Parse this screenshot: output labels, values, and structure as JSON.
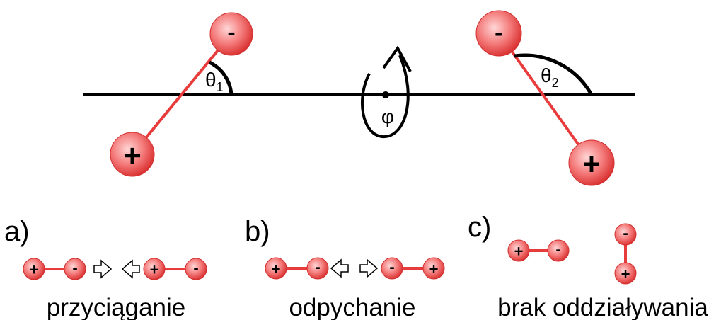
{
  "colors": {
    "dipole_line": "#e83b3b",
    "charge_fill_center": "#ffc8c8",
    "charge_fill_edge": "#e23a3a",
    "axis": "#000000"
  },
  "symbols": {
    "plus": "+",
    "minus": "-"
  },
  "top": {
    "theta1": "θ",
    "theta1_sub": "1",
    "theta2": "θ",
    "theta2_sub": "2",
    "phi": "φ"
  },
  "panels": {
    "a": {
      "label": "a)",
      "caption": "przyciąganie"
    },
    "b": {
      "label": "b)",
      "caption": "odpychanie"
    },
    "c": {
      "label": "c)",
      "caption": "brak oddziaływania"
    }
  },
  "icons": [
    "rotation-arrow-icon",
    "hollow-arrow-right-icon",
    "hollow-arrow-left-icon"
  ]
}
